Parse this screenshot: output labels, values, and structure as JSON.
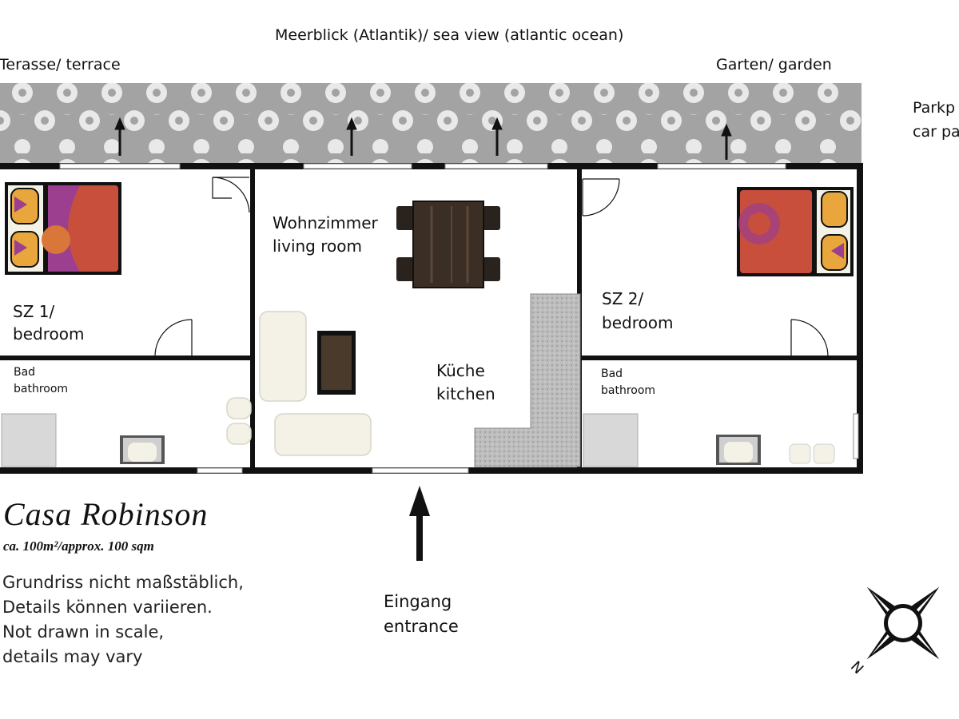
{
  "labels": {
    "sea_view": "Meerblick (Atlantik)/ sea view (atlantic ocean)",
    "terrace": "Terasse/ terrace",
    "garden": "Garten/ garden",
    "parking_line1": "Parkp",
    "parking_line2": "car pa",
    "living_de": "Wohnzimmer",
    "living_en": "living room",
    "bedroom1_de": "SZ 1/",
    "bedroom1_en": "bedroom",
    "bedroom2_de": "SZ 2/",
    "bedroom2_en": "bedroom",
    "bath1_de": "Bad",
    "bath1_en": "bathroom",
    "bath2_de": "Bad",
    "bath2_en": "bathroom",
    "kitchen_de": "Küche",
    "kitchen_en": "kitchen",
    "entrance_de": "Eingang",
    "entrance_en": "entrance"
  },
  "title": "Casa Robinson",
  "subtitle": "ca. 100m²/approx. 100 sqm",
  "notes": [
    "Grundriss nicht maßstäblich,",
    "Details können variieren.",
    "Not drawn in scale,",
    "details may vary"
  ],
  "colors": {
    "wall": "#111111",
    "terrace": "#a3a3a3",
    "bed": "#c94f3d",
    "bed_accent": "#9b3f8e",
    "pillow": "#e9a63c",
    "furniture_light": "#f4f2e6",
    "counter": "#b8b8b8"
  },
  "icons": [
    "compass-icon",
    "arrow-up-icon",
    "door-icon",
    "bed-icon",
    "toilet-icon",
    "table-icon",
    "sofa-icon"
  ]
}
